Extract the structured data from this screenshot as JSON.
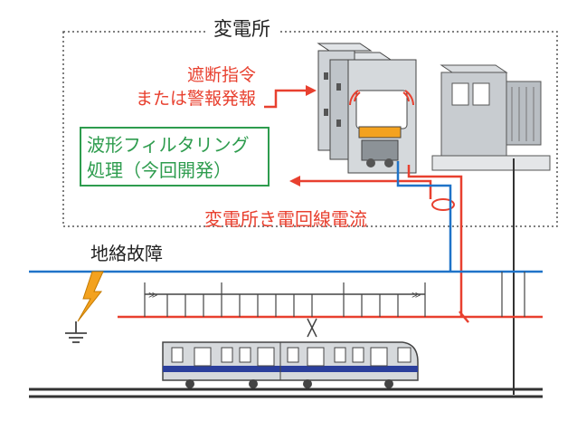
{
  "labels": {
    "substation": "変電所",
    "trip_command_line1": "遮断指令",
    "trip_command_line2": "または警報発報",
    "filter_line1": "波形フィルタリング",
    "filter_line2": "処理（今回開発）",
    "substation_current": "変電所き電回線電流",
    "ground_fault": "地絡故障"
  },
  "colors": {
    "red": "#e8402f",
    "blue": "#1f73c8",
    "green": "#2e9c4e",
    "dark": "#333333",
    "train_band": "#2b3f9c"
  },
  "icons": [
    "lightning-icon",
    "ground-symbol-icon",
    "switchgear-icon",
    "transformer-icon",
    "train-icon"
  ]
}
